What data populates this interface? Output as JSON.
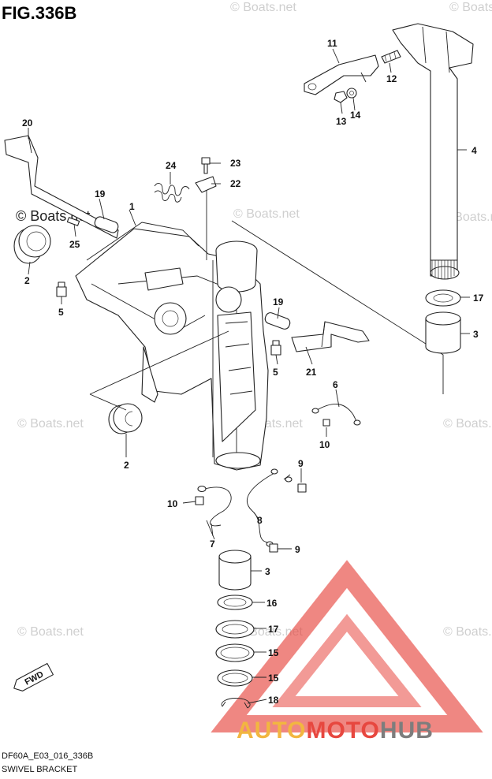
{
  "figure_title": "FIG.336B",
  "footer": {
    "code": "DF60A_E03_016_336B",
    "caption": "SWIVEL BRACKET"
  },
  "watermarks": {
    "text": "© Boats.net",
    "primary_text": "© Boats.net"
  },
  "logo": {
    "part1": "AUTO",
    "part2": "MOTO",
    "part3": "HUB",
    "colors": {
      "auto": "#f2b640",
      "moto": "#e7473f",
      "hub": "#7d7d7d",
      "triangle": "#e7473f"
    }
  },
  "direction_badge": "FWD",
  "callouts": {
    "c1": "1",
    "c2a": "2",
    "c2b": "2",
    "c3a": "3",
    "c3b": "3",
    "c4": "4",
    "c5a": "5",
    "c5b": "5",
    "c6": "6",
    "c7": "7",
    "c8": "8",
    "c9a": "9",
    "c9b": "9",
    "c10a": "10",
    "c10b": "10",
    "c11": "11",
    "c12": "12",
    "c13": "13",
    "c14": "14",
    "c15a": "15",
    "c15b": "15",
    "c16": "16",
    "c17a": "17",
    "c17b": "17",
    "c18": "18",
    "c19a": "19",
    "c19b": "19",
    "c20": "20",
    "c21": "21",
    "c22": "22",
    "c23": "23",
    "c24": "24",
    "c25": "25"
  }
}
